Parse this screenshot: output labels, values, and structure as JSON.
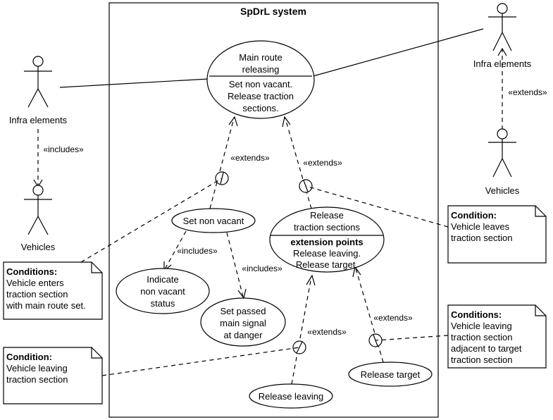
{
  "system": {
    "title": "SpDrL system"
  },
  "actors": {
    "infra_left": "Infra elements",
    "vehicles_left": "Vehicles",
    "infra_right": "Infra elements",
    "vehicles_right": "Vehicles"
  },
  "use_cases": {
    "main_route": {
      "title_lines": [
        "Main route",
        "releasing"
      ],
      "detail_lines": [
        "Set non vacant.",
        "Release traction",
        "sections."
      ]
    },
    "set_non_vacant": "Set non vacant",
    "indicate_non_vacant": [
      "Indicate",
      "non vacant",
      "status"
    ],
    "set_passed_signal": [
      "Set passed",
      "main signal",
      "at danger"
    ],
    "release_traction": {
      "title_lines": [
        "Release",
        "traction sections"
      ],
      "ext_header": "extension points",
      "ext_lines": [
        "Release leaving.",
        "Release target."
      ]
    },
    "release_target": "Release target",
    "release_leaving": "Release leaving"
  },
  "stereotypes": {
    "includes": "«includes»",
    "extends": "«extends»"
  },
  "notes": {
    "left_conditions": {
      "header": "Conditions:",
      "lines": [
        "Vehicle enters",
        "traction section",
        "with main route set."
      ]
    },
    "left_condition": {
      "header": "Condition:",
      "lines": [
        "Vehicle leaving",
        "traction section"
      ]
    },
    "right_condition": {
      "header": "Condition:",
      "lines": [
        "Vehicle leaves",
        "traction section"
      ]
    },
    "right_conditions": {
      "header": "Conditions:",
      "lines": [
        "Vehicle leaving",
        "traction section",
        "adjacent to target",
        "traction section"
      ]
    }
  }
}
